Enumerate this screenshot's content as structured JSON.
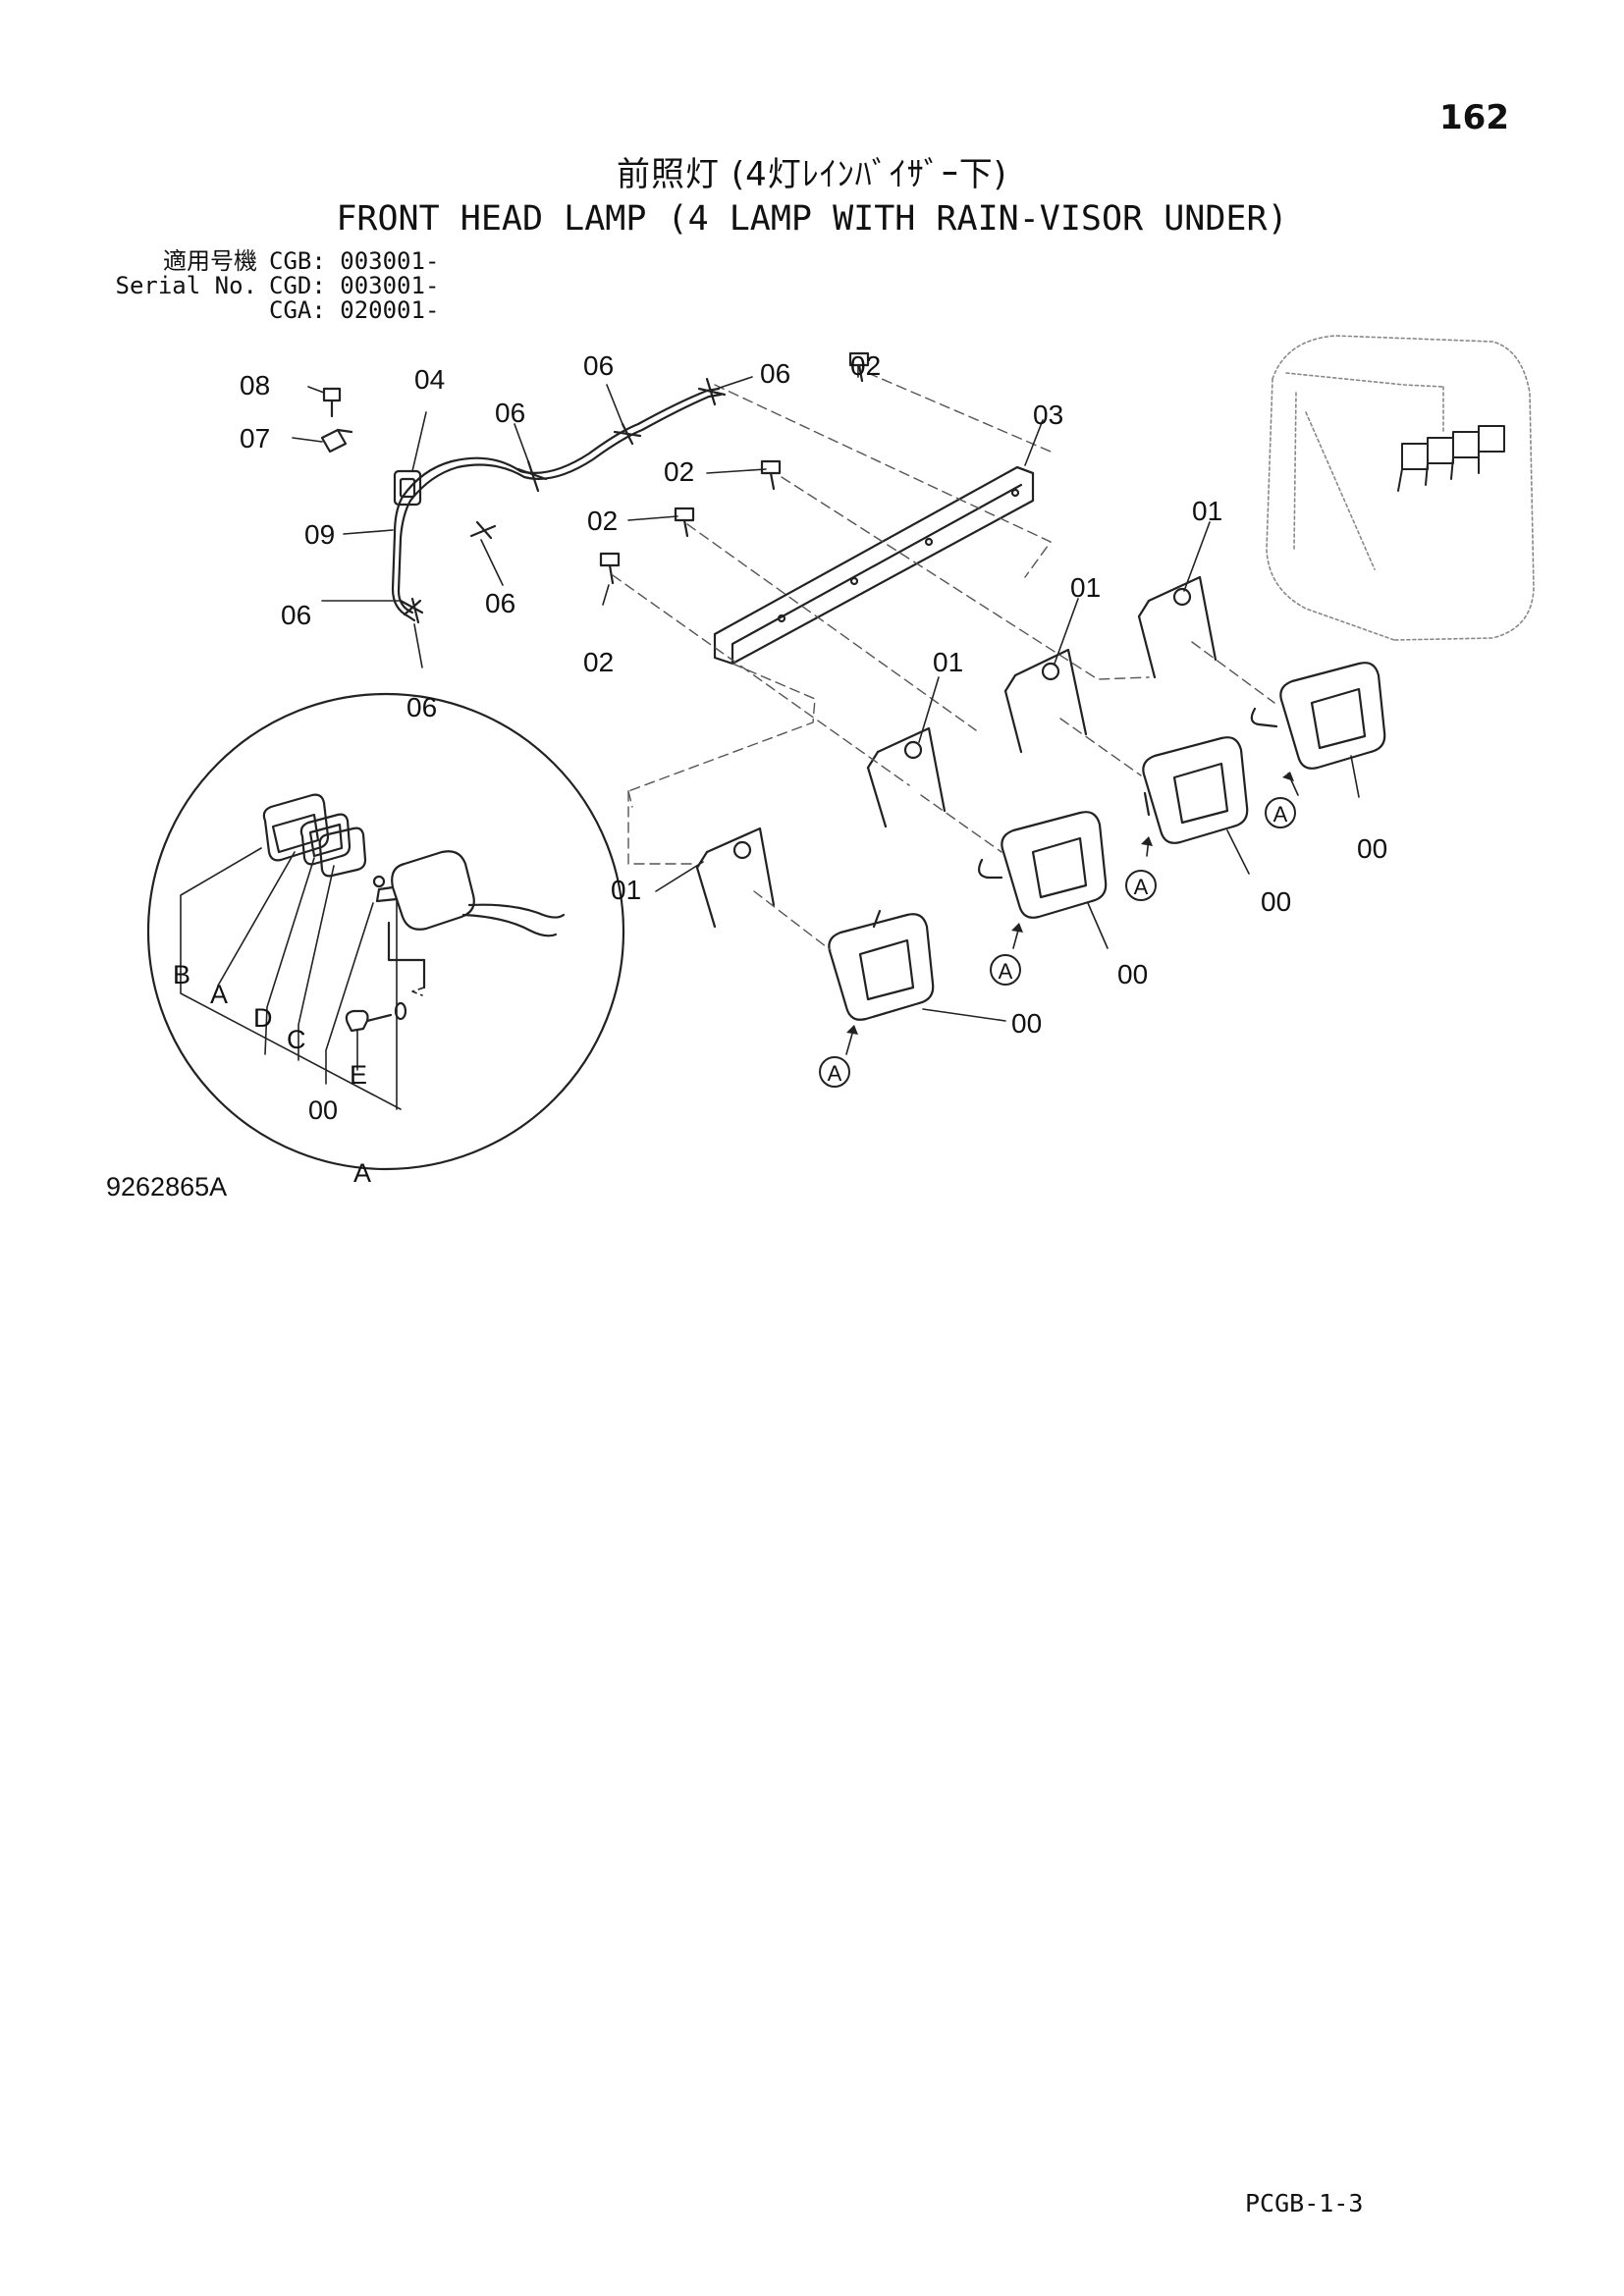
{
  "page_number": "162",
  "title_jp": "前照灯 (4灯ﾚｲﾝﾊﾞｲｻﾞｰ下)",
  "title_en": "FRONT HEAD LAMP (4 LAMP WITH RAIN-VISOR UNDER)",
  "serial": {
    "label_jp": "適用号機",
    "label_en": "Serial No.",
    "entries": [
      "CGB: 003001-",
      "CGD: 003001-",
      "CGA: 020001-"
    ]
  },
  "callouts": {
    "c08": "08",
    "c07": "07",
    "c04": "04",
    "c09": "09",
    "c06a": "06",
    "c06b": "06",
    "c06c": "06",
    "c06d": "06",
    "c06e": "06",
    "c06f": "06",
    "c02a": "02",
    "c02b": "02",
    "c02c": "02",
    "c02d": "02",
    "c03": "03",
    "c01a": "01",
    "c01b": "01",
    "c01c": "01",
    "c01d": "01",
    "c00a": "00",
    "c00b": "00",
    "c00c": "00",
    "c00d": "00",
    "markA1": "A",
    "markA2": "A",
    "markA3": "A",
    "markA4": "A"
  },
  "detail_callouts": {
    "B": "B",
    "A": "A",
    "D": "D",
    "C": "C",
    "E": "E",
    "c00": "00",
    "view": "A"
  },
  "drawing_id": "9262865A",
  "page_code": "PCGB-1-3"
}
